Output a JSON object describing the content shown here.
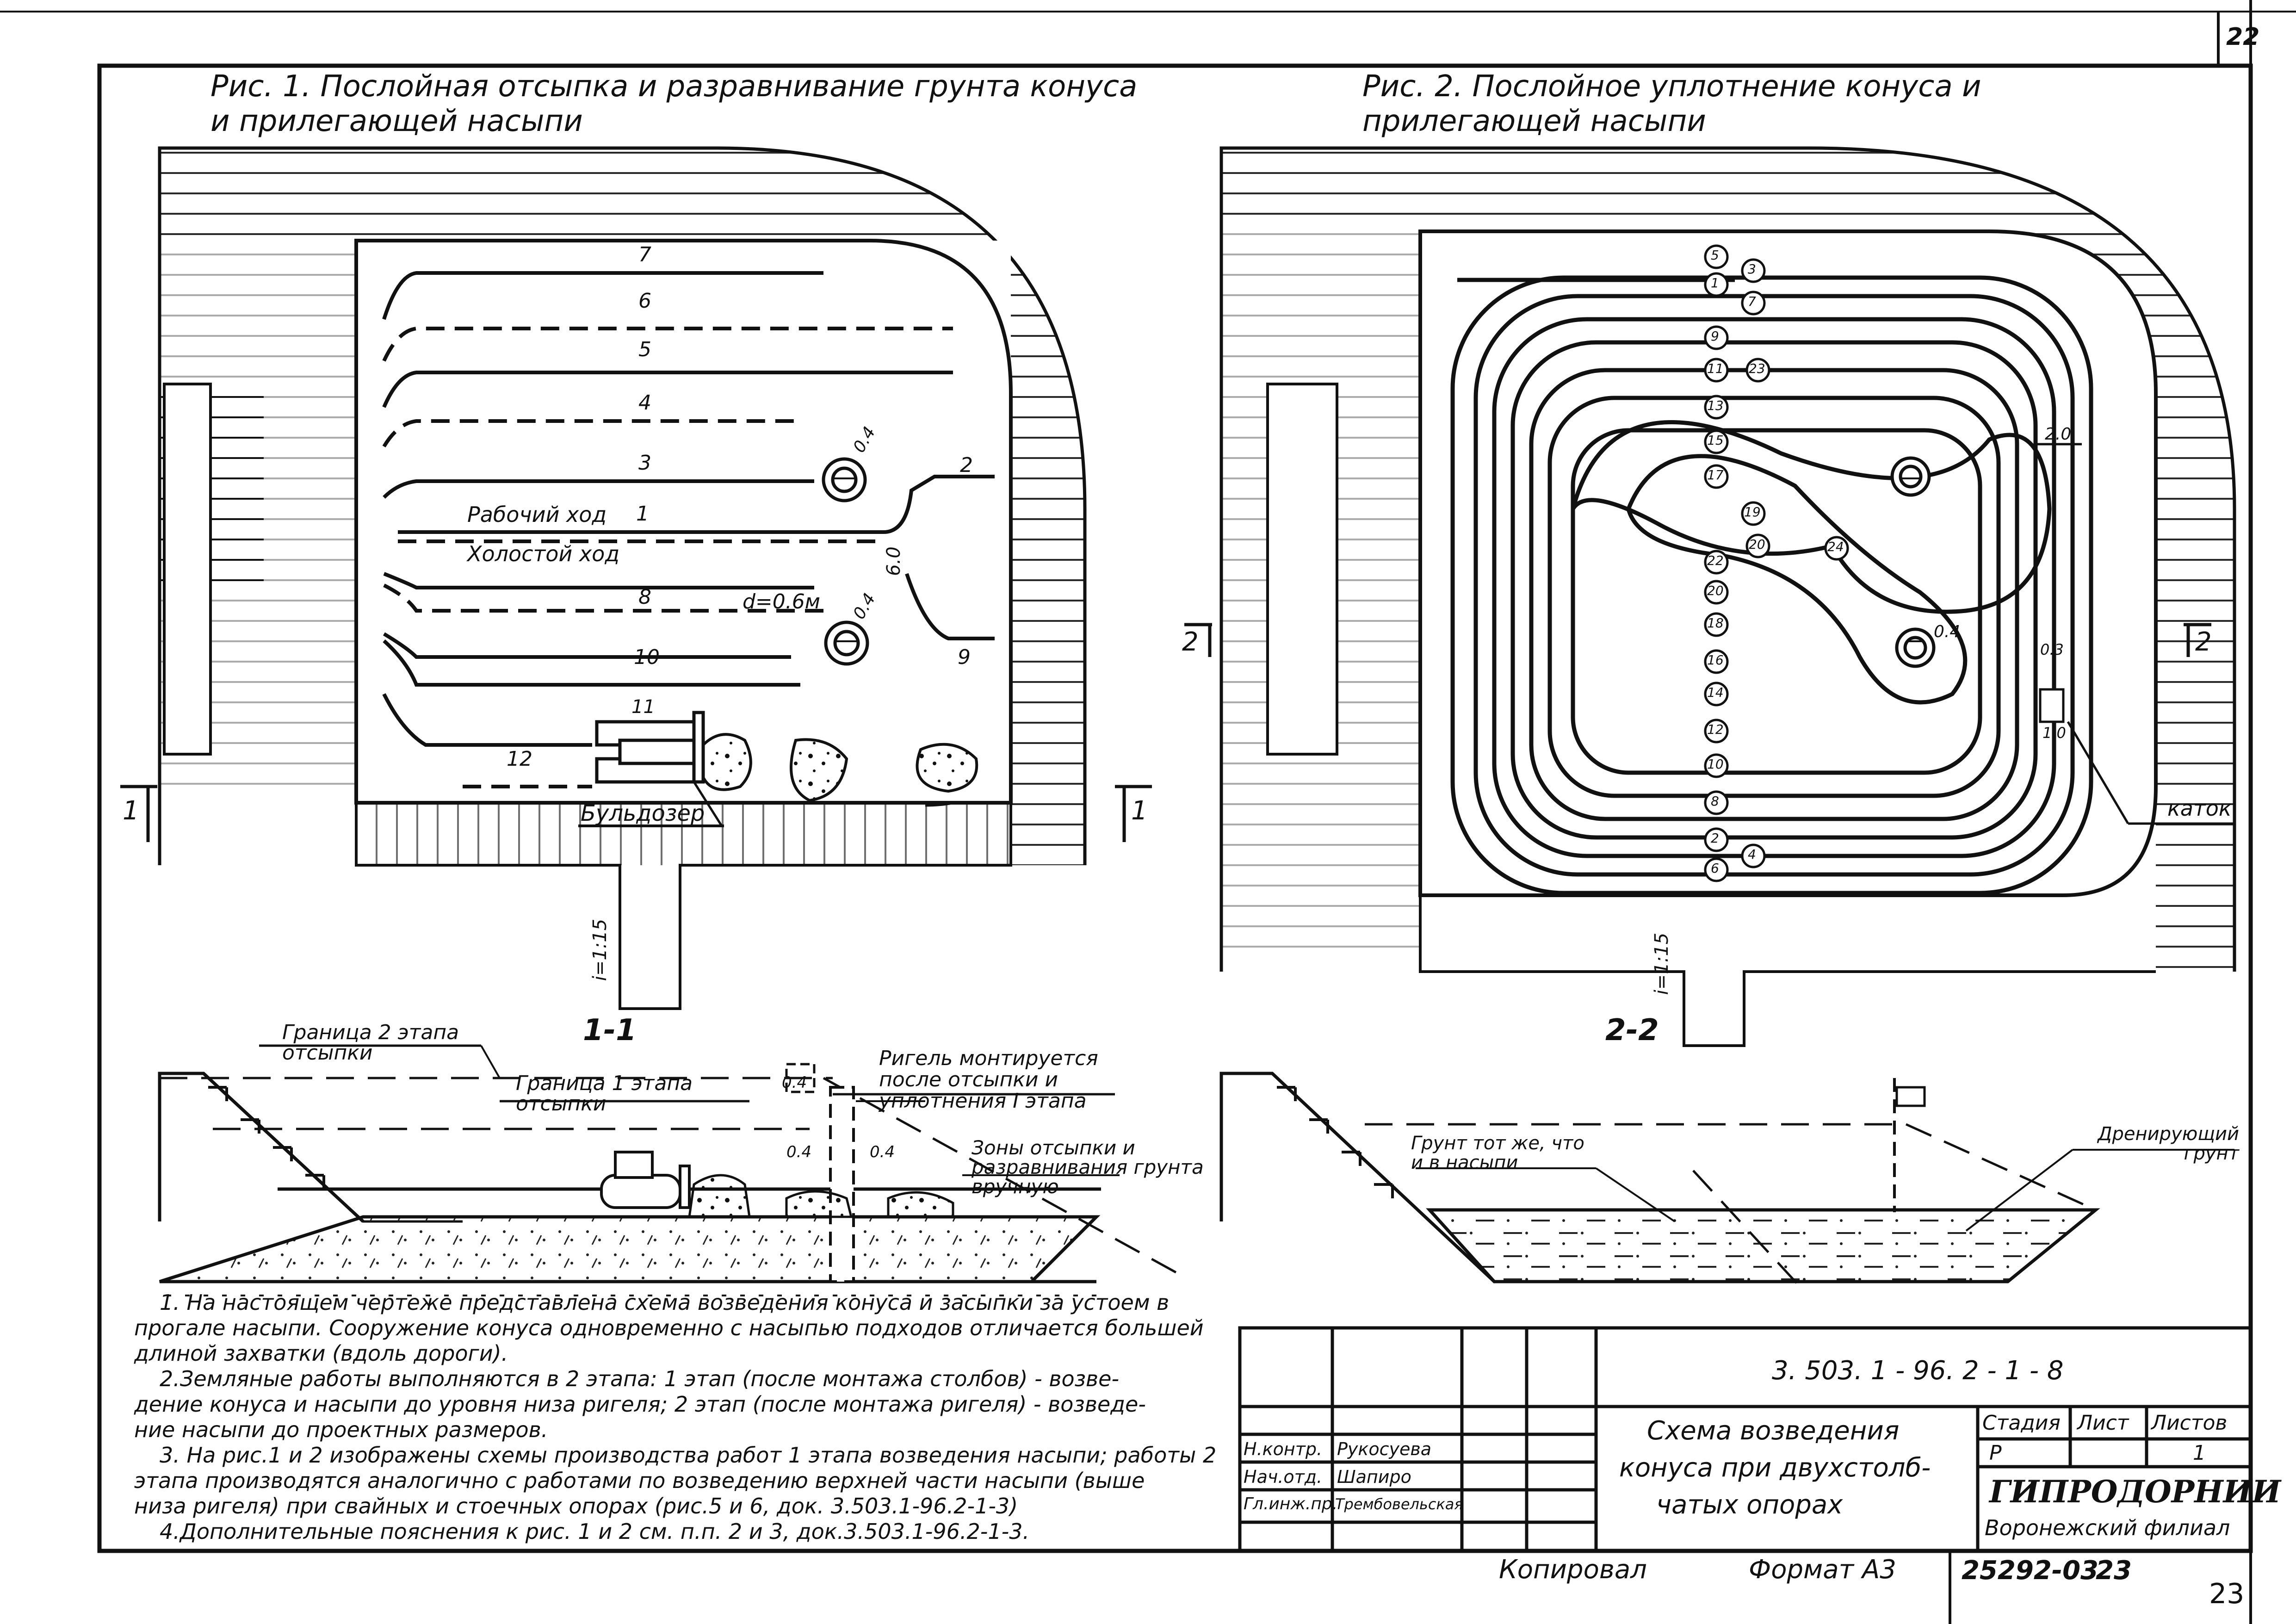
{
  "sheet": {
    "page_number_top": "22",
    "page_number_bottom": "23"
  },
  "fig1": {
    "title_line1": "Рис. 1. Послойная отсыпка и разравнивание грунта конуса",
    "title_line2": "и прилегающей насыпи",
    "pass_numbers": [
      "7",
      "6",
      "5",
      "4",
      "3",
      "2",
      "1",
      "8",
      "10",
      "9",
      "11",
      "12"
    ],
    "working_pass": "Рабочий ход",
    "idle_pass": "Холостой ход",
    "diameter": "d=0.6м",
    "dim_0_4_a": "0.4",
    "dim_0_4_b": "0.4",
    "dim_6_0": "6.0",
    "bulldozer": "Бульдозер",
    "slope": "i=1:15",
    "section_mark": "1"
  },
  "fig2": {
    "title_line1": "Рис. 2. Послойное уплотнение конуса и",
    "title_line2": "прилегающей насыпи",
    "roller_passes": [
      "5",
      "3",
      "1",
      "7",
      "9",
      "11",
      "23",
      "13",
      "15",
      "17",
      "19",
      "20",
      "24",
      "22",
      "20",
      "18",
      "16",
      "14",
      "12",
      "10",
      "8",
      "2",
      "4",
      "6"
    ],
    "dim_2_0": "2.0",
    "dim_0_4": "0.4",
    "dim_0_3": "0.3",
    "dim_1_0": "1.0",
    "roller": "каток",
    "slope": "i=1:15",
    "section_mark": "2"
  },
  "section1": {
    "label": "1-1",
    "boundary2": "Граница 2 этапа отсыпки",
    "boundary1": "Граница 1 этапа отсыпки",
    "crossbeam": "Ригель монтируется после отсыпки и уплотнения I этапа",
    "manual_zones": "Зоны отсыпки и разравнивания грунта вручную",
    "dim_a": "0.4",
    "dim_b": "0.4",
    "dim_c": "0.4"
  },
  "section2": {
    "label": "2-2",
    "same_soil": "Грунт тот же, что и в насыпи",
    "drain_soil": "Дренирующий грунт"
  },
  "notes": [
    "1. На настоящем чертеже представлена схема возведения конуса и засыпки за устоем в",
    "прогале насыпи. Сооружение конуса одновременно с насыпью подходов отличается большей",
    "длиной захватки (вдоль дороги).",
    "2.Земляные работы выполняются в 2 этапа: 1 этап (после монтажа столбов) - возве-",
    "дение конуса и насыпи до уровня низа ригеля; 2 этап (после монтажа ригеля) - возведе-",
    "ние насыпи до проектных размеров.",
    "3. На рис.1 и 2 изображены схемы производства работ 1 этапа возведения насыпи; работы 2",
    "этапа производятся аналогично с работами по возведению верхней части насыпи (выше",
    "низа ригеля) при свайных и стоечных опорах (рис.5 и 6, док. 3.503.1-96.2-1-3)",
    "4.Дополнительные пояснения к рис. 1 и 2 см. п.п. 2 и 3, док.3.503.1-96.2-1-3."
  ],
  "title_block": {
    "doc_code": "3. 503. 1 - 96. 2 - 1 - 8",
    "description_line1": "Схема возведения",
    "description_line2": "конуса при двухстолб-",
    "description_line3": "чатых опорах",
    "stage_header": "Стадия",
    "sheet_header": "Лист",
    "sheets_header": "Листов",
    "stage": "Р",
    "sheets": "1",
    "roles": [
      "Н.контр.",
      "Нач.отд.",
      "Гл.инж.пр."
    ],
    "names": [
      "Рукосуева",
      "Шапиро",
      "Трембовельская"
    ],
    "org_name": "ГИПРОДОРНИИ",
    "org_branch": "Воронежский филиал",
    "copied": "Копировал",
    "format": "Формат А3",
    "inventory": "25292-03",
    "inventory_sheet": "23"
  }
}
